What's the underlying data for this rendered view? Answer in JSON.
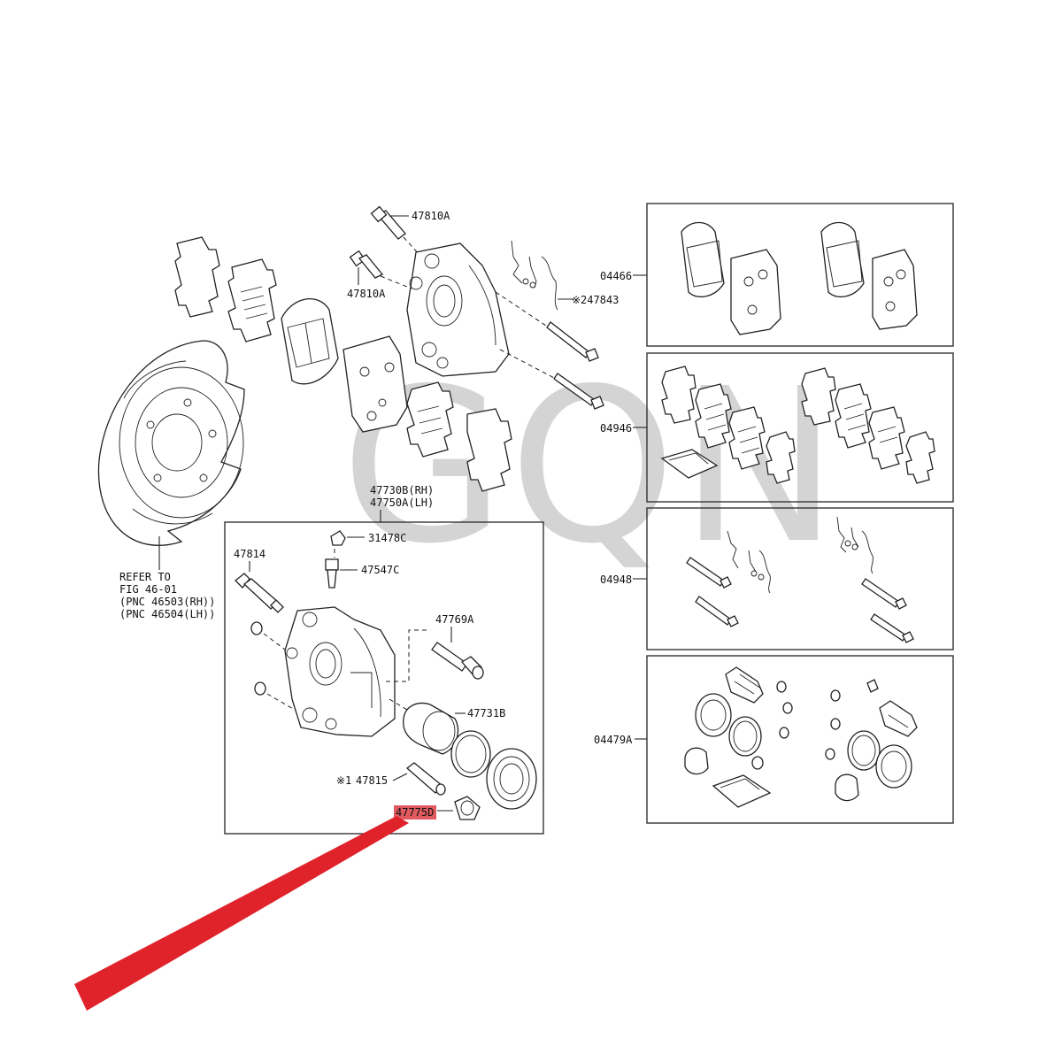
{
  "watermark": "GQN",
  "labels": {
    "bolt_top": "47810A",
    "bolt_mid": "47810A",
    "spring_clip": "※247843",
    "caliper_assy_rh": "47730B(RH)",
    "caliper_assy_lh": "47750A(LH)",
    "bleeder_cap": "31478C",
    "bleeder_plug": "47547C",
    "slide_pin": "47814",
    "cyl_pin": "47769A",
    "piston": "47731B",
    "bushing_mark": "※1",
    "bushing": "47815",
    "boot_highlight": "47775D",
    "refer_line1": "REFER TO",
    "refer_line2": "FIG 46-01",
    "refer_line3": "(PNC 46503(RH))",
    "refer_line4": "(PNC 46504(LH))"
  },
  "kits": [
    {
      "code": "04466"
    },
    {
      "code": "04946"
    },
    {
      "code": "04948"
    },
    {
      "code": "04479A"
    }
  ],
  "colors": {
    "pointer_arrow": "#e0232b",
    "highlight": "#e05a5f",
    "line": "#222222"
  }
}
